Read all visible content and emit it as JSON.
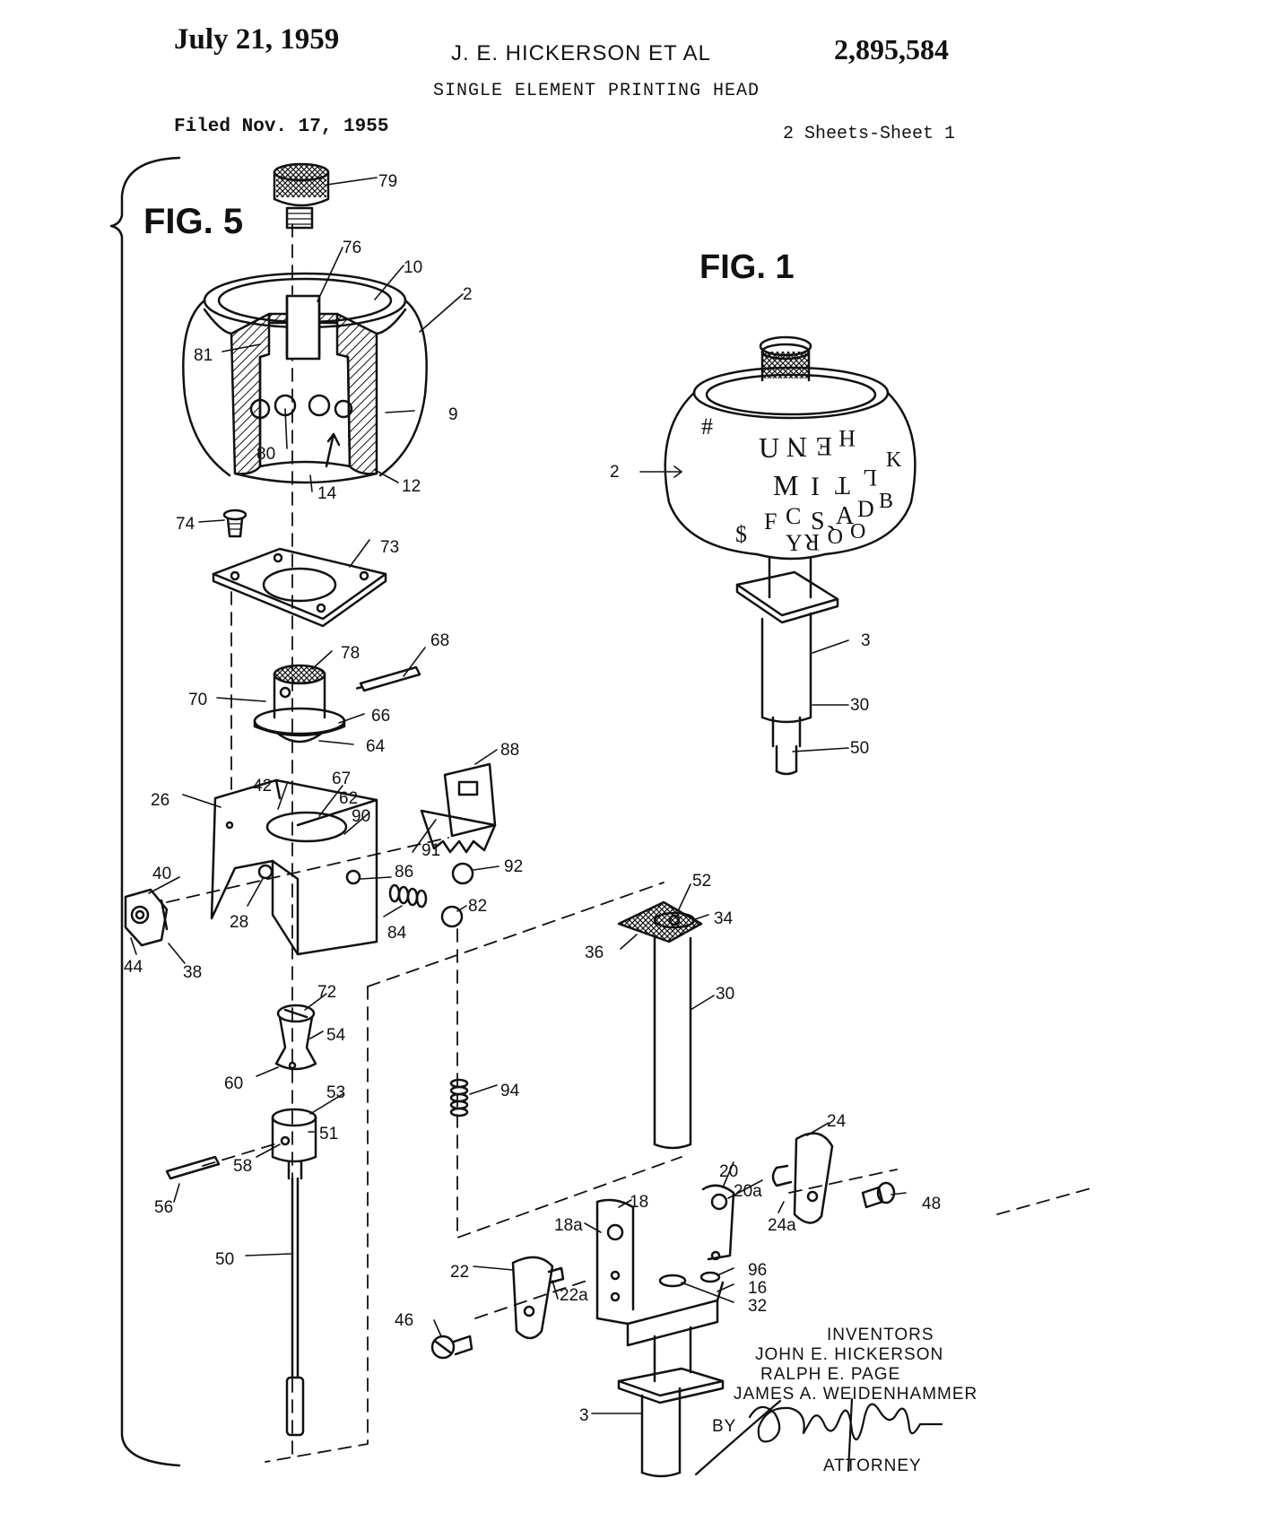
{
  "header": {
    "date": "July 21, 1959",
    "inventor": "J. E. HICKERSON ET AL",
    "patent_number": "2,895,584",
    "title": "SINGLE ELEMENT PRINTING HEAD",
    "filed": "Filed Nov. 17, 1955",
    "sheets": "2 Sheets-Sheet 1"
  },
  "figures": {
    "fig5": "FIG. 5",
    "fig1": "FIG. 1"
  },
  "reference_numerals": {
    "n79": "79",
    "n76": "76",
    "n10": "10",
    "n2": "2",
    "n81": "81",
    "n9": "9",
    "n80": "80",
    "n14": "14",
    "n12": "12",
    "n74": "74",
    "n73": "73",
    "n68": "68",
    "n78": "78",
    "n70": "70",
    "n66": "66",
    "n64": "64",
    "n88": "88",
    "n67": "67",
    "n42": "42",
    "n62": "62",
    "n26": "26",
    "n90": "90",
    "n91": "91",
    "n92": "92",
    "n86": "86",
    "n40": "40",
    "n84": "84",
    "n82": "82",
    "n28": "28",
    "n44": "44",
    "n38": "38",
    "n52": "52",
    "n34": "34",
    "n36": "36",
    "n30": "30",
    "n72": "72",
    "n54": "54",
    "n60": "60",
    "n94": "94",
    "n53": "53",
    "n51": "51",
    "n58": "58",
    "n56": "56",
    "n50": "50",
    "n24": "24",
    "n20": "20",
    "n20a": "20a",
    "n18": "18",
    "n48": "48",
    "n18a": "18a",
    "n24a": "24a",
    "n22": "22",
    "n22a": "22a",
    "n96": "96",
    "n16": "16",
    "n32": "32",
    "n46": "46",
    "n3": "3",
    "fig1_2": "2",
    "fig1_3": "3",
    "fig1_30": "30",
    "fig1_50": "50"
  },
  "type_ball_characters": [
    "U",
    "N",
    "E",
    "H",
    "M",
    "I",
    "T",
    "L",
    "K",
    "S",
    "A",
    "D",
    "B",
    "Y",
    "R",
    "Q",
    "O",
    "C",
    "F",
    "#",
    "$"
  ],
  "inventors_block": {
    "heading": "INVENTORS",
    "names": [
      "JOHN E. HICKERSON",
      "RALPH E. PAGE",
      "JAMES A. WEIDENHAMMER"
    ],
    "by": "BY",
    "role": "ATTORNEY"
  }
}
